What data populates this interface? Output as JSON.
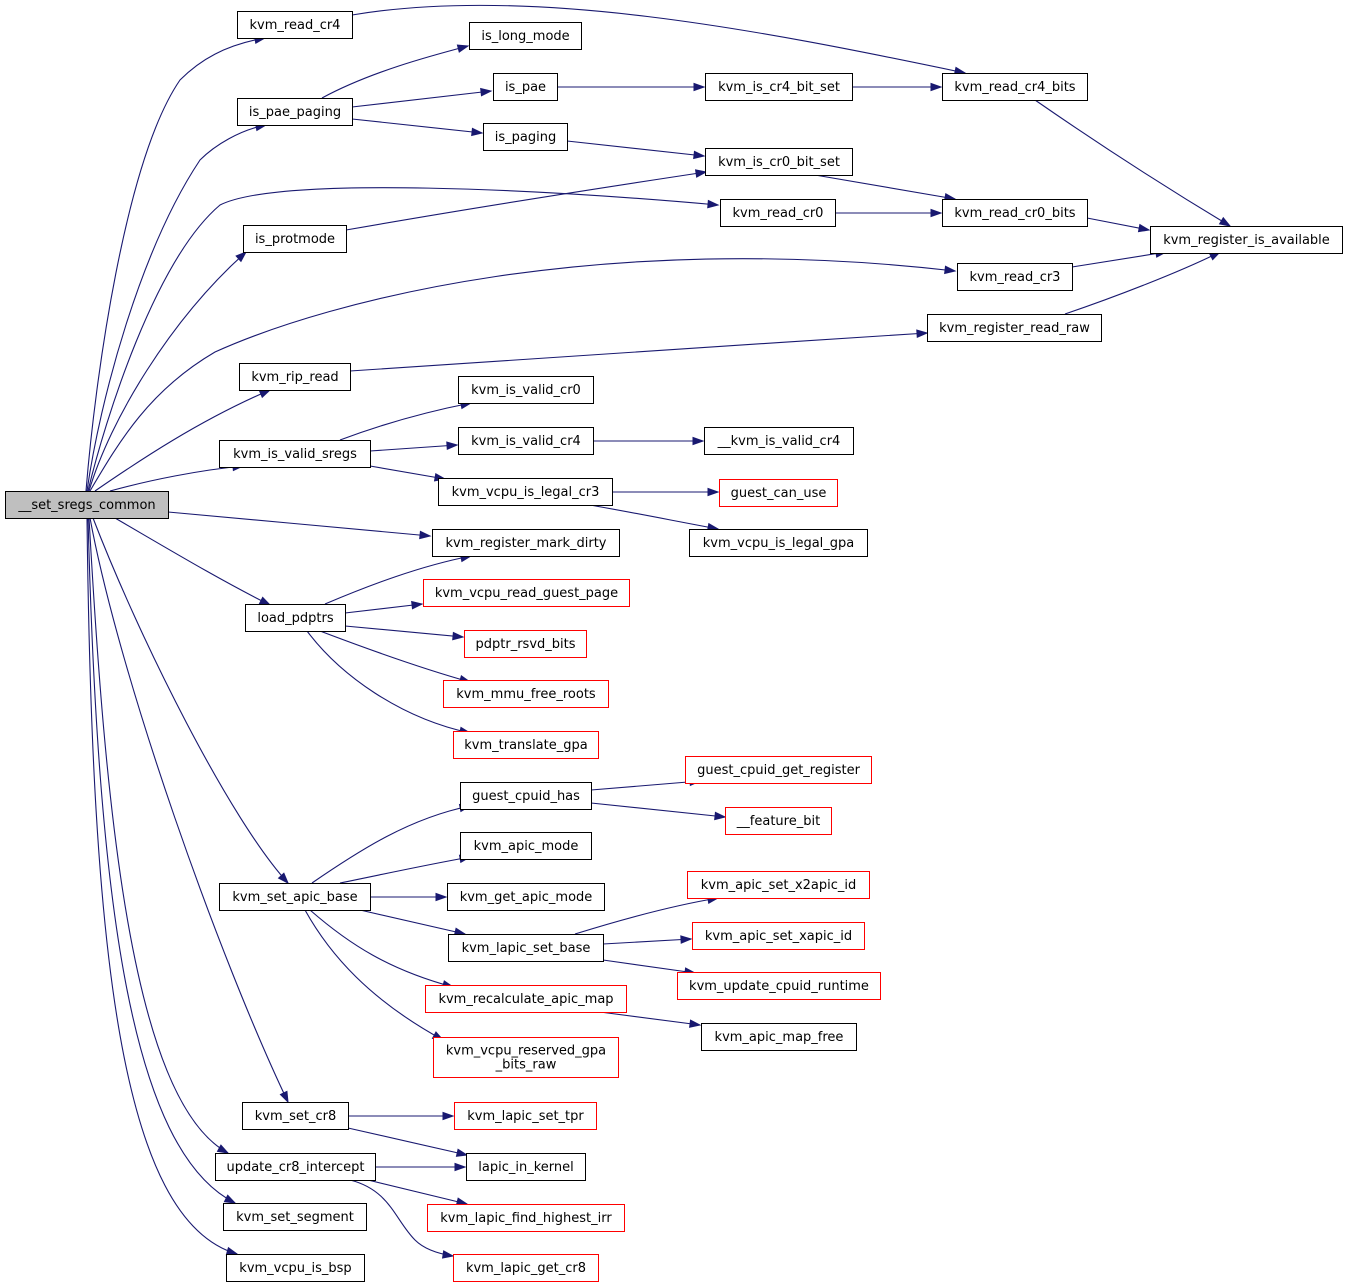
{
  "nodes": [
    {
      "id": "root",
      "label": "__set_sregs_common",
      "style": "root"
    },
    {
      "id": "kvm_read_cr4",
      "label": "kvm_read_cr4",
      "style": "normal"
    },
    {
      "id": "is_long_mode",
      "label": "is_long_mode",
      "style": "normal"
    },
    {
      "id": "is_pae",
      "label": "is_pae",
      "style": "normal"
    },
    {
      "id": "is_pae_paging",
      "label": "is_pae_paging",
      "style": "normal"
    },
    {
      "id": "is_paging",
      "label": "is_paging",
      "style": "normal"
    },
    {
      "id": "kvm_is_cr4_bit_set",
      "label": "kvm_is_cr4_bit_set",
      "style": "normal"
    },
    {
      "id": "kvm_read_cr4_bits",
      "label": "kvm_read_cr4_bits",
      "style": "normal"
    },
    {
      "id": "kvm_is_cr0_bit_set",
      "label": "kvm_is_cr0_bit_set",
      "style": "normal"
    },
    {
      "id": "kvm_read_cr0",
      "label": "kvm_read_cr0",
      "style": "normal"
    },
    {
      "id": "kvm_read_cr0_bits",
      "label": "kvm_read_cr0_bits",
      "style": "normal"
    },
    {
      "id": "kvm_register_is_available",
      "label": "kvm_register_is_available",
      "style": "normal"
    },
    {
      "id": "is_protmode",
      "label": "is_protmode",
      "style": "normal"
    },
    {
      "id": "kvm_read_cr3",
      "label": "kvm_read_cr3",
      "style": "normal"
    },
    {
      "id": "kvm_register_read_raw",
      "label": "kvm_register_read_raw",
      "style": "normal"
    },
    {
      "id": "kvm_rip_read",
      "label": "kvm_rip_read",
      "style": "normal"
    },
    {
      "id": "kvm_is_valid_cr0",
      "label": "kvm_is_valid_cr0",
      "style": "normal"
    },
    {
      "id": "kvm_is_valid_sregs",
      "label": "kvm_is_valid_sregs",
      "style": "normal"
    },
    {
      "id": "kvm_is_valid_cr4",
      "label": "kvm_is_valid_cr4",
      "style": "normal"
    },
    {
      "id": "__kvm_is_valid_cr4",
      "label": "__kvm_is_valid_cr4",
      "style": "normal"
    },
    {
      "id": "kvm_vcpu_is_legal_cr3",
      "label": "kvm_vcpu_is_legal_cr3",
      "style": "normal"
    },
    {
      "id": "guest_can_use",
      "label": "guest_can_use",
      "style": "red"
    },
    {
      "id": "kvm_vcpu_is_legal_gpa",
      "label": "kvm_vcpu_is_legal_gpa",
      "style": "normal"
    },
    {
      "id": "kvm_register_mark_dirty",
      "label": "kvm_register_mark_dirty",
      "style": "normal"
    },
    {
      "id": "kvm_vcpu_read_guest_page",
      "label": "kvm_vcpu_read_guest_page",
      "style": "red"
    },
    {
      "id": "load_pdptrs",
      "label": "load_pdptrs",
      "style": "normal"
    },
    {
      "id": "pdptr_rsvd_bits",
      "label": "pdptr_rsvd_bits",
      "style": "red"
    },
    {
      "id": "kvm_mmu_free_roots",
      "label": "kvm_mmu_free_roots",
      "style": "red"
    },
    {
      "id": "kvm_translate_gpa",
      "label": "kvm_translate_gpa",
      "style": "red"
    },
    {
      "id": "guest_cpuid_get_register",
      "label": "guest_cpuid_get_register",
      "style": "red"
    },
    {
      "id": "guest_cpuid_has",
      "label": "guest_cpuid_has",
      "style": "normal"
    },
    {
      "id": "__feature_bit",
      "label": "__feature_bit",
      "style": "red"
    },
    {
      "id": "kvm_apic_mode",
      "label": "kvm_apic_mode",
      "style": "normal"
    },
    {
      "id": "kvm_apic_set_x2apic_id",
      "label": "kvm_apic_set_x2apic_id",
      "style": "red"
    },
    {
      "id": "kvm_set_apic_base",
      "label": "kvm_set_apic_base",
      "style": "normal"
    },
    {
      "id": "kvm_get_apic_mode",
      "label": "kvm_get_apic_mode",
      "style": "normal"
    },
    {
      "id": "kvm_apic_set_xapic_id",
      "label": "kvm_apic_set_xapic_id",
      "style": "red"
    },
    {
      "id": "kvm_lapic_set_base",
      "label": "kvm_lapic_set_base",
      "style": "normal"
    },
    {
      "id": "kvm_update_cpuid_runtime",
      "label": "kvm_update_cpuid_runtime",
      "style": "red"
    },
    {
      "id": "kvm_recalculate_apic_map",
      "label": "kvm_recalculate_apic_map",
      "style": "red"
    },
    {
      "id": "kvm_apic_map_free",
      "label": "kvm_apic_map_free",
      "style": "normal"
    },
    {
      "id": "kvm_vcpu_reserved_gpa_bits_raw",
      "label": "kvm_vcpu_reserved_gpa\n_bits_raw",
      "style": "red"
    },
    {
      "id": "kvm_set_cr8",
      "label": "kvm_set_cr8",
      "style": "normal"
    },
    {
      "id": "kvm_lapic_set_tpr",
      "label": "kvm_lapic_set_tpr",
      "style": "red"
    },
    {
      "id": "update_cr8_intercept",
      "label": "update_cr8_intercept",
      "style": "normal"
    },
    {
      "id": "lapic_in_kernel",
      "label": "lapic_in_kernel",
      "style": "normal"
    },
    {
      "id": "kvm_set_segment",
      "label": "kvm_set_segment",
      "style": "normal"
    },
    {
      "id": "kvm_lapic_find_highest_irr",
      "label": "kvm_lapic_find_highest_irr",
      "style": "red"
    },
    {
      "id": "kvm_vcpu_is_bsp",
      "label": "kvm_vcpu_is_bsp",
      "style": "normal"
    },
    {
      "id": "kvm_lapic_get_cr8",
      "label": "kvm_lapic_get_cr8",
      "style": "red"
    }
  ],
  "edges": [
    [
      "root",
      "kvm_read_cr4"
    ],
    [
      "root",
      "is_pae_paging"
    ],
    [
      "root",
      "kvm_read_cr0"
    ],
    [
      "root",
      "is_protmode"
    ],
    [
      "root",
      "kvm_read_cr3"
    ],
    [
      "root",
      "kvm_rip_read"
    ],
    [
      "root",
      "kvm_is_valid_sregs"
    ],
    [
      "root",
      "kvm_register_mark_dirty"
    ],
    [
      "root",
      "load_pdptrs"
    ],
    [
      "root",
      "kvm_set_apic_base"
    ],
    [
      "root",
      "kvm_set_cr8"
    ],
    [
      "root",
      "update_cr8_intercept"
    ],
    [
      "root",
      "kvm_set_segment"
    ],
    [
      "root",
      "kvm_vcpu_is_bsp"
    ],
    [
      "kvm_read_cr4",
      "kvm_read_cr4_bits"
    ],
    [
      "is_pae_paging",
      "is_long_mode"
    ],
    [
      "is_pae_paging",
      "is_pae"
    ],
    [
      "is_pae_paging",
      "is_paging"
    ],
    [
      "is_pae",
      "kvm_is_cr4_bit_set"
    ],
    [
      "kvm_is_cr4_bit_set",
      "kvm_read_cr4_bits"
    ],
    [
      "kvm_read_cr4_bits",
      "kvm_register_is_available"
    ],
    [
      "is_paging",
      "kvm_is_cr0_bit_set"
    ],
    [
      "kvm_is_cr0_bit_set",
      "kvm_read_cr0_bits"
    ],
    [
      "kvm_read_cr0",
      "kvm_read_cr0_bits"
    ],
    [
      "kvm_read_cr0_bits",
      "kvm_register_is_available"
    ],
    [
      "is_protmode",
      "kvm_is_cr0_bit_set"
    ],
    [
      "kvm_read_cr3",
      "kvm_register_is_available"
    ],
    [
      "kvm_register_read_raw",
      "kvm_register_is_available"
    ],
    [
      "kvm_rip_read",
      "kvm_register_read_raw"
    ],
    [
      "kvm_is_valid_sregs",
      "kvm_is_valid_cr0"
    ],
    [
      "kvm_is_valid_sregs",
      "kvm_is_valid_cr4"
    ],
    [
      "kvm_is_valid_sregs",
      "kvm_vcpu_is_legal_cr3"
    ],
    [
      "kvm_is_valid_cr4",
      "__kvm_is_valid_cr4"
    ],
    [
      "kvm_vcpu_is_legal_cr3",
      "guest_can_use"
    ],
    [
      "kvm_vcpu_is_legal_cr3",
      "kvm_vcpu_is_legal_gpa"
    ],
    [
      "load_pdptrs",
      "kvm_register_mark_dirty"
    ],
    [
      "load_pdptrs",
      "kvm_vcpu_read_guest_page"
    ],
    [
      "load_pdptrs",
      "pdptr_rsvd_bits"
    ],
    [
      "load_pdptrs",
      "kvm_mmu_free_roots"
    ],
    [
      "load_pdptrs",
      "kvm_translate_gpa"
    ],
    [
      "kvm_set_apic_base",
      "guest_cpuid_has"
    ],
    [
      "kvm_set_apic_base",
      "kvm_apic_mode"
    ],
    [
      "kvm_set_apic_base",
      "kvm_get_apic_mode"
    ],
    [
      "kvm_set_apic_base",
      "kvm_lapic_set_base"
    ],
    [
      "kvm_set_apic_base",
      "kvm_recalculate_apic_map"
    ],
    [
      "kvm_set_apic_base",
      "kvm_vcpu_reserved_gpa_bits_raw"
    ],
    [
      "guest_cpuid_has",
      "guest_cpuid_get_register"
    ],
    [
      "guest_cpuid_has",
      "__feature_bit"
    ],
    [
      "kvm_lapic_set_base",
      "kvm_apic_set_x2apic_id"
    ],
    [
      "kvm_lapic_set_base",
      "kvm_apic_set_xapic_id"
    ],
    [
      "kvm_lapic_set_base",
      "kvm_update_cpuid_runtime"
    ],
    [
      "kvm_recalculate_apic_map",
      "kvm_apic_map_free"
    ],
    [
      "kvm_set_cr8",
      "kvm_lapic_set_tpr"
    ],
    [
      "kvm_set_cr8",
      "lapic_in_kernel"
    ],
    [
      "update_cr8_intercept",
      "lapic_in_kernel"
    ],
    [
      "update_cr8_intercept",
      "kvm_lapic_find_highest_irr"
    ],
    [
      "update_cr8_intercept",
      "kvm_lapic_get_cr8"
    ]
  ]
}
